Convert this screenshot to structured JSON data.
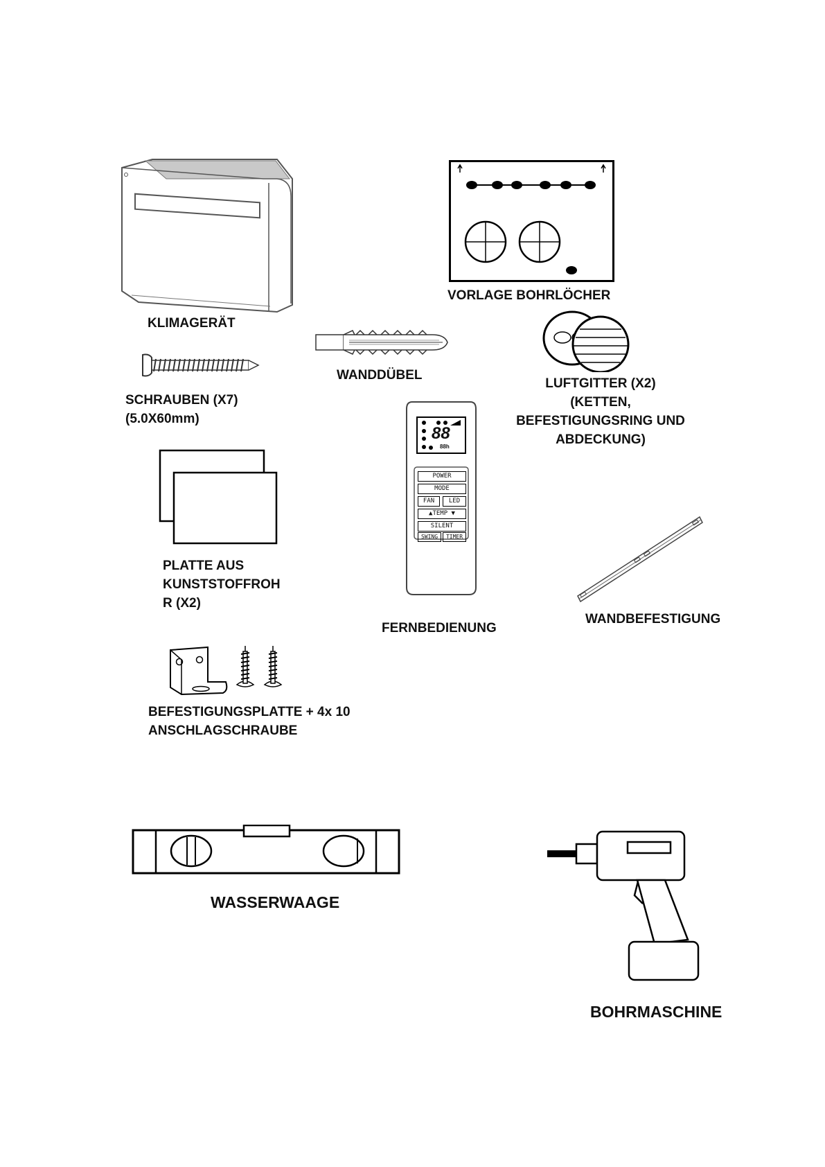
{
  "items": {
    "klimageraet": "KLIMAGERÄT",
    "vorlage": "VORLAGE BOHRLÖCHER",
    "wandduebel": "WANDDÜBEL",
    "schrauben": "SCHRAUBEN (X7)\n(5.0X60mm)",
    "luftgitter": "LUFTGITTER (X2) (KETTEN,\nBEFESTIGUNGSRING UND\nABDECKUNG)",
    "platte": "PLATTE AUS\nKUNSTSTOFFROH\nR (X2)",
    "fernbedienung": "FERNBEDIENUNG",
    "wandbefestigung": "WANDBEFESTIGUNG",
    "befestigungsplatte": "BEFESTIGUNGSPLATTE + 4x 10\nANSCHLAGSCHRAUBE",
    "wasserwaage": "WASSERWAAGE",
    "bohrmaschine": "BOHRMASCHINE"
  },
  "remote": {
    "display": "88",
    "display_small": "88h",
    "buttons": [
      "POWER",
      "MODE",
      "FAN",
      "LED",
      "▲TEMP ▼",
      "SILENT",
      "SWING",
      "TIMER"
    ]
  },
  "icons": [
    "air-conditioner-icon",
    "template-icon",
    "wall-plug-icon",
    "screw-icon",
    "vent-grille-icon",
    "plastic-plate-icon",
    "remote-control-icon",
    "wall-bracket-icon",
    "mounting-plate-icon",
    "spirit-level-icon",
    "drill-icon"
  ]
}
